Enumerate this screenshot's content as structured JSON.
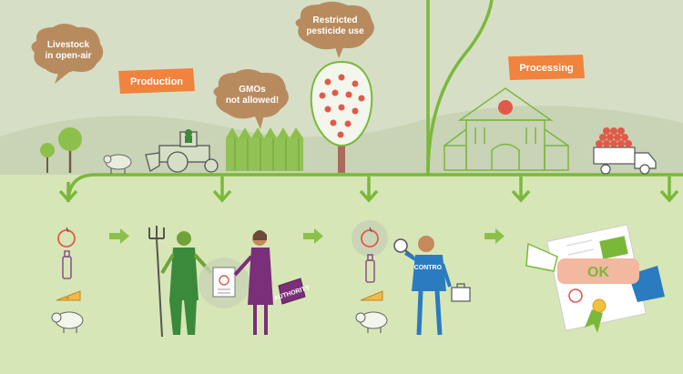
{
  "bubbles": {
    "livestock": [
      "Livestock",
      "in open-air"
    ],
    "gmo": [
      "GMOs",
      "not allowed!"
    ],
    "pesticide": [
      "Restricted",
      "pesticide use"
    ]
  },
  "labels": {
    "production": "Production",
    "processing": "Processing"
  },
  "badges": {
    "control": "CONTROL",
    "authority": "AUTHORITY",
    "ok": "OK"
  },
  "colors": {
    "sky": "#d6dfc6",
    "ground": "#d7e6b6",
    "hill": "#c9d3b6",
    "line": "#7ab83a",
    "bubble": "#b88b5f",
    "label": "#f0833d",
    "apple": "#e05a4a"
  }
}
